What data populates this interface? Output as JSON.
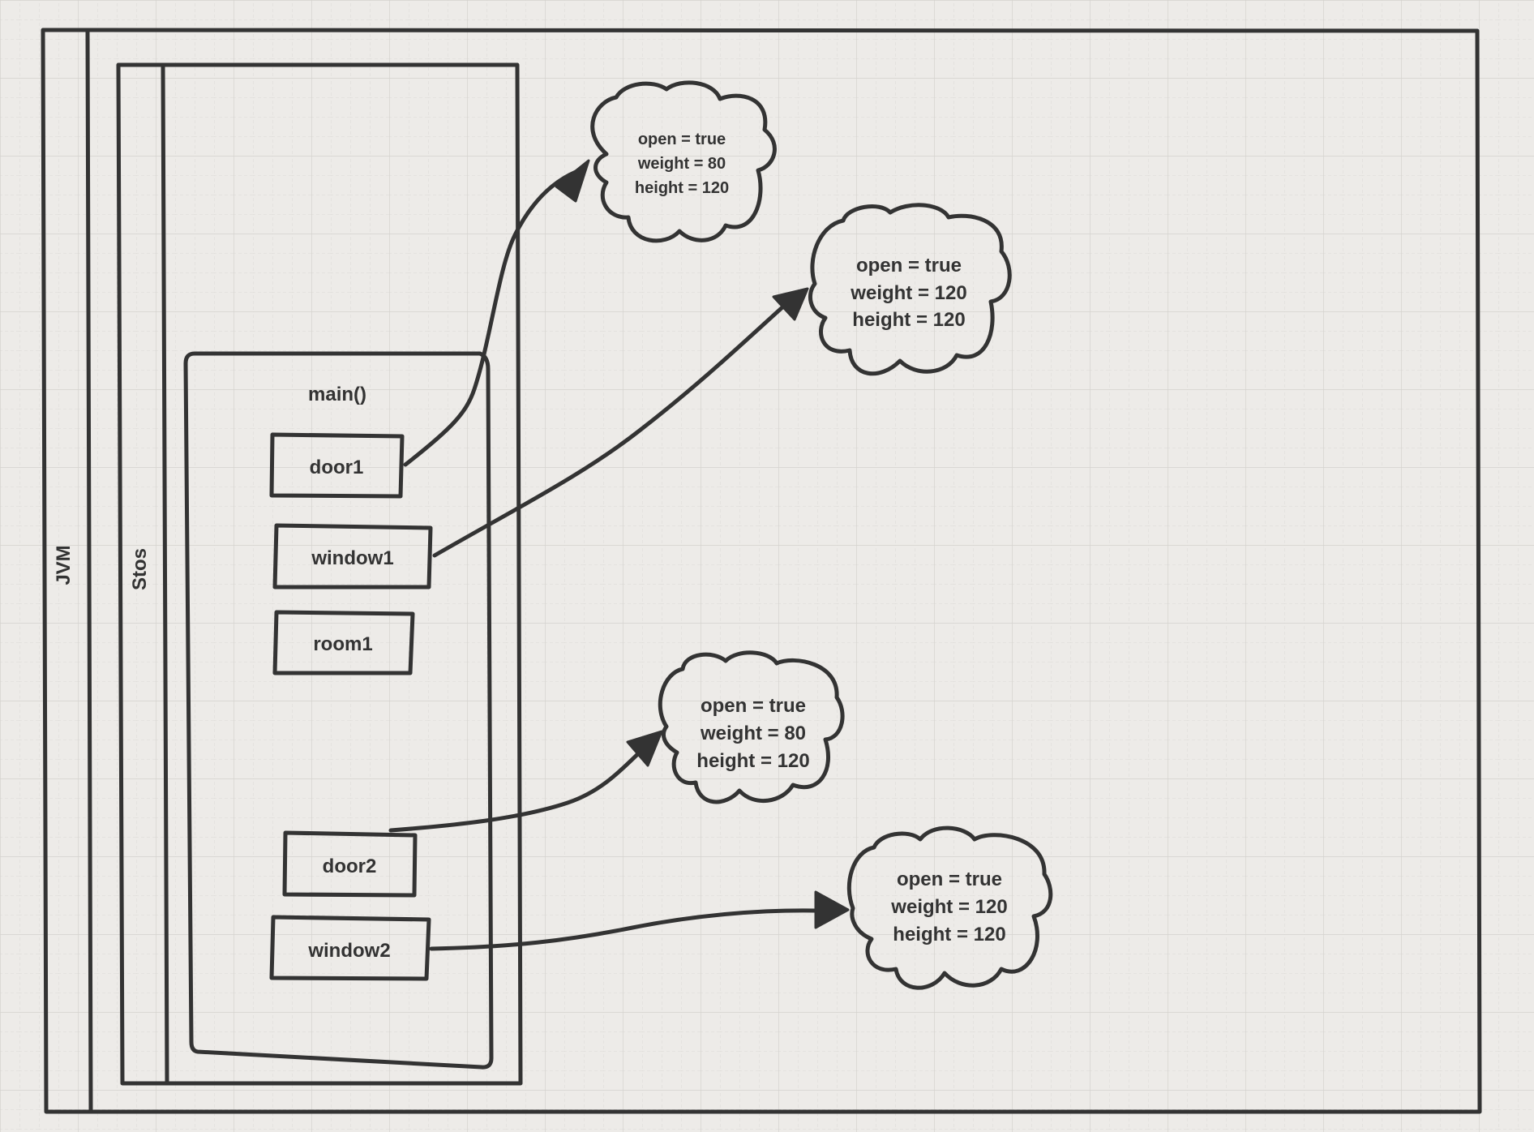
{
  "frames": {
    "jvm_label": "JVM",
    "stack_label": "Stos"
  },
  "method_frame": {
    "title": "main()"
  },
  "variables": {
    "door1": "door1",
    "window1": "window1",
    "room1": "room1",
    "door2": "door2",
    "window2": "window2"
  },
  "objects": {
    "door1_object": {
      "open": "open = true",
      "weight": "weight = 80",
      "height": "height = 120"
    },
    "window1_object": {
      "open": "open = true",
      "weight": "weight = 120",
      "height": "height = 120"
    },
    "door2_object": {
      "open": "open = true",
      "weight": "weight = 80",
      "height": "height = 120"
    },
    "window2_object": {
      "open": "open = true",
      "weight": "weight = 120",
      "height": "height = 120"
    }
  },
  "colors": {
    "background": "#edebe8",
    "grid": "#d9d7d3",
    "stroke": "#333333"
  }
}
